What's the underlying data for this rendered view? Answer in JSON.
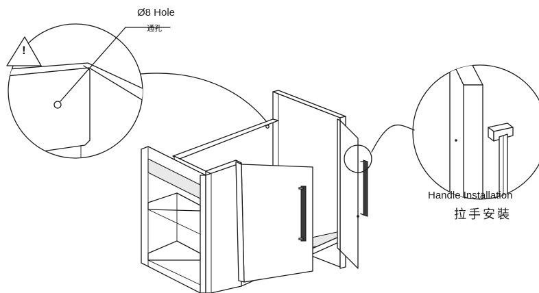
{
  "labels": {
    "hole": "Ø8 Hole",
    "hole_cn": "通孔",
    "handle": "Handle Installation",
    "handle_cn": "拉手安裝",
    "warning": "!"
  },
  "icons": {
    "warning": "warning-triangle-icon"
  },
  "colors": {
    "line": "#1a1a1a",
    "background": "#ffffff",
    "shade": "#e9e9e9"
  }
}
